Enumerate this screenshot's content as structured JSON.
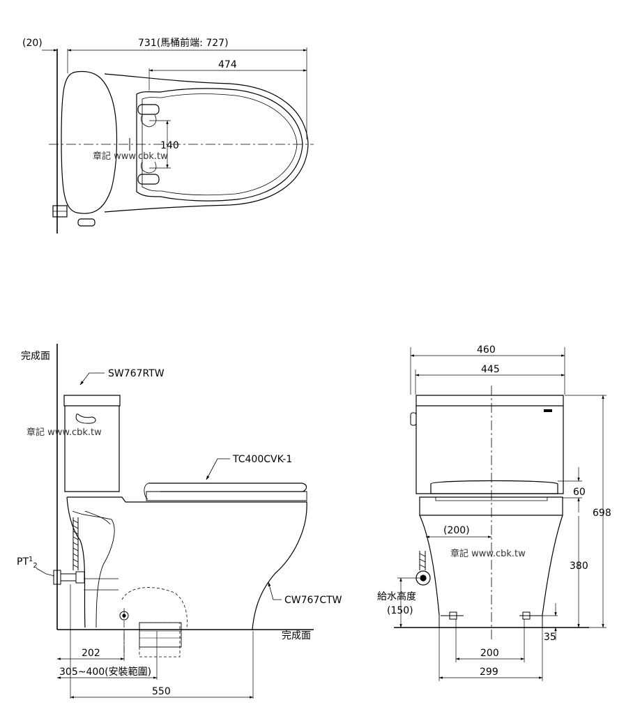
{
  "top_view": {
    "dim_offset": "(20)",
    "dim_overall": "731(馬桶前端: 727)",
    "dim_seat": "474",
    "dim_hinge": "140",
    "watermark": "章記 www.cbk.tw"
  },
  "side_view": {
    "wall_label": "完成面",
    "floor_label": "完成面",
    "tank_model": "SW767RTW",
    "seat_model": "TC400CVK-1",
    "bowl_model": "CW767CTW",
    "pipe_prefix": "PT",
    "pipe_num": "1",
    "pipe_den": "2",
    "watermark": "章記 www.cbk.tw",
    "dim_202": "202",
    "dim_range": "305~400(安裝範圍)",
    "dim_550": "550"
  },
  "front_view": {
    "dim_460": "460",
    "dim_445": "445",
    "dim_60": "60",
    "dim_698": "698",
    "dim_200_offset": "(200)",
    "dim_380": "380",
    "supply_label": "給水高度",
    "supply_value": "(150)",
    "dim_35": "35",
    "dim_200": "200",
    "dim_299": "299",
    "watermark": "章記 www.cbk.tw"
  }
}
